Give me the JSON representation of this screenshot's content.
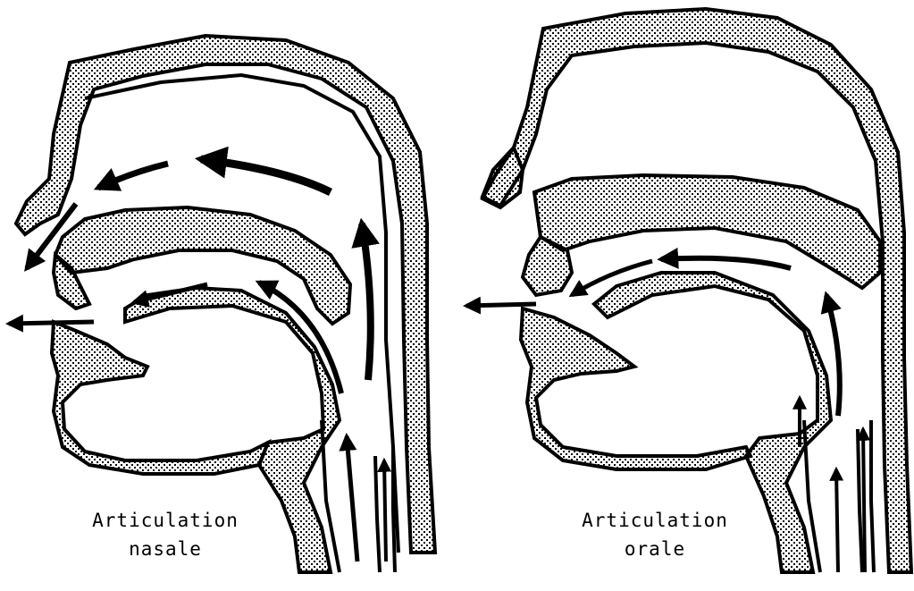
{
  "figures": {
    "left": {
      "line1": "Articulation",
      "line2": "nasale"
    },
    "right": {
      "line1": "Articulation",
      "line2": "orale"
    }
  },
  "colors": {
    "ink": "#000000",
    "paper": "#ffffff",
    "stipple": "#000000"
  }
}
